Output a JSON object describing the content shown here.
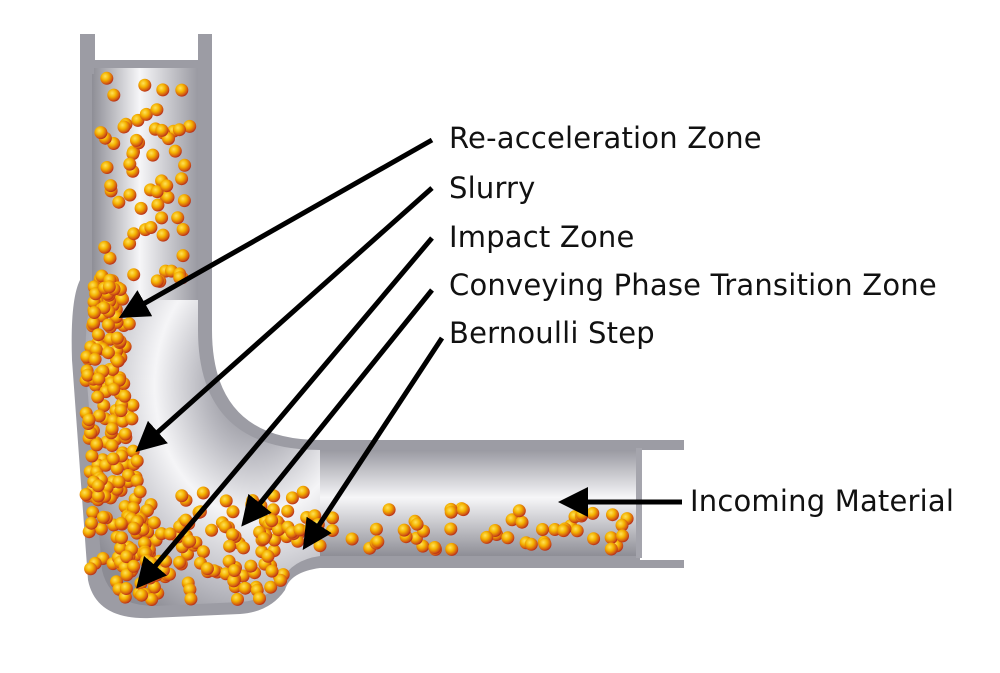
{
  "labels": {
    "reacceleration": "Re-acceleration Zone",
    "slurry": "Slurry",
    "impact": "Impact Zone",
    "transition": "Conveying Phase Transition Zone",
    "bernoulli": "Bernoulli Step",
    "incoming": "Incoming Material"
  },
  "colors": {
    "pipe_wall": "#9a9aa2",
    "pipe_light": "#f4f4f6",
    "pipe_dark": "#8a8a92",
    "particle_core": "#f4b300",
    "particle_edge": "#c0301a",
    "arrow": "#000000"
  }
}
